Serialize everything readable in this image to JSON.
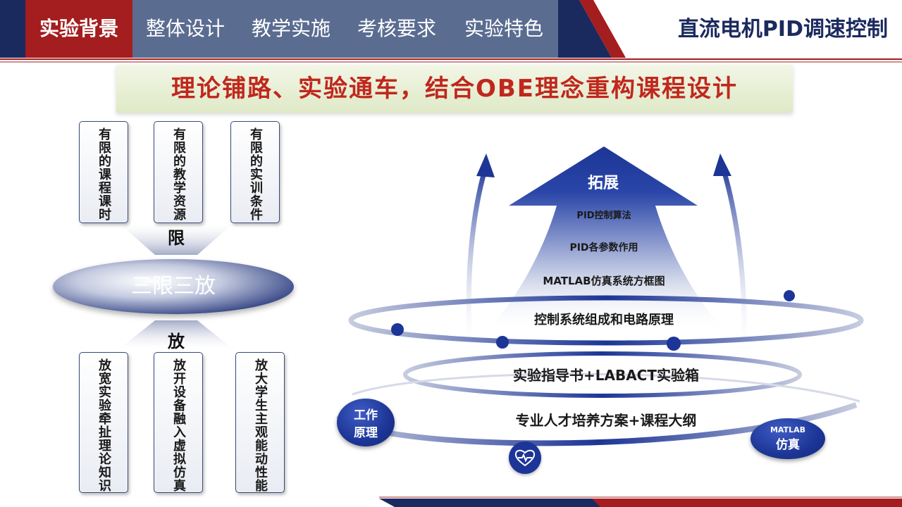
{
  "nav": {
    "tabs": [
      {
        "label": "实验背景",
        "active": true
      },
      {
        "label": "整体设计",
        "active": false
      },
      {
        "label": "教学实施",
        "active": false
      },
      {
        "label": "考核要求",
        "active": false
      },
      {
        "label": "实验特色",
        "active": false
      }
    ],
    "course_title": "直流电机PID调速控制"
  },
  "banner": {
    "text": "理论铺路、实验通车，结合OBE理念重构课程设计"
  },
  "left": {
    "limits": [
      "有限的课程课时",
      "有限的教学资源",
      "有限的实训条件"
    ],
    "limit_label": "限",
    "center": "三限三放",
    "release_label": "放",
    "releases": [
      "放宽实验牵扯理论知识",
      "放开设备融入虚拟仿真",
      "放大学生主观能动性能"
    ]
  },
  "right": {
    "arrow_top": "拓展",
    "levels": [
      "PID控制算法",
      "PID各参数作用",
      "MATLAB仿真系统方框图",
      "控制系统组成和电路原理"
    ],
    "ring_middle": "实验指导书+LABACT实验箱",
    "ring_bottom": "专业人才培养方案+课程大纲",
    "badge_left": {
      "line1": "工作",
      "line2": "原理"
    },
    "badge_right": {
      "line1": "MATLAB",
      "line2": "仿真"
    }
  },
  "colors": {
    "accent_red": "#a41d1f",
    "nav_blue": "#5b6c91",
    "navy": "#1b2a5e",
    "banner_red": "#c0271d"
  }
}
